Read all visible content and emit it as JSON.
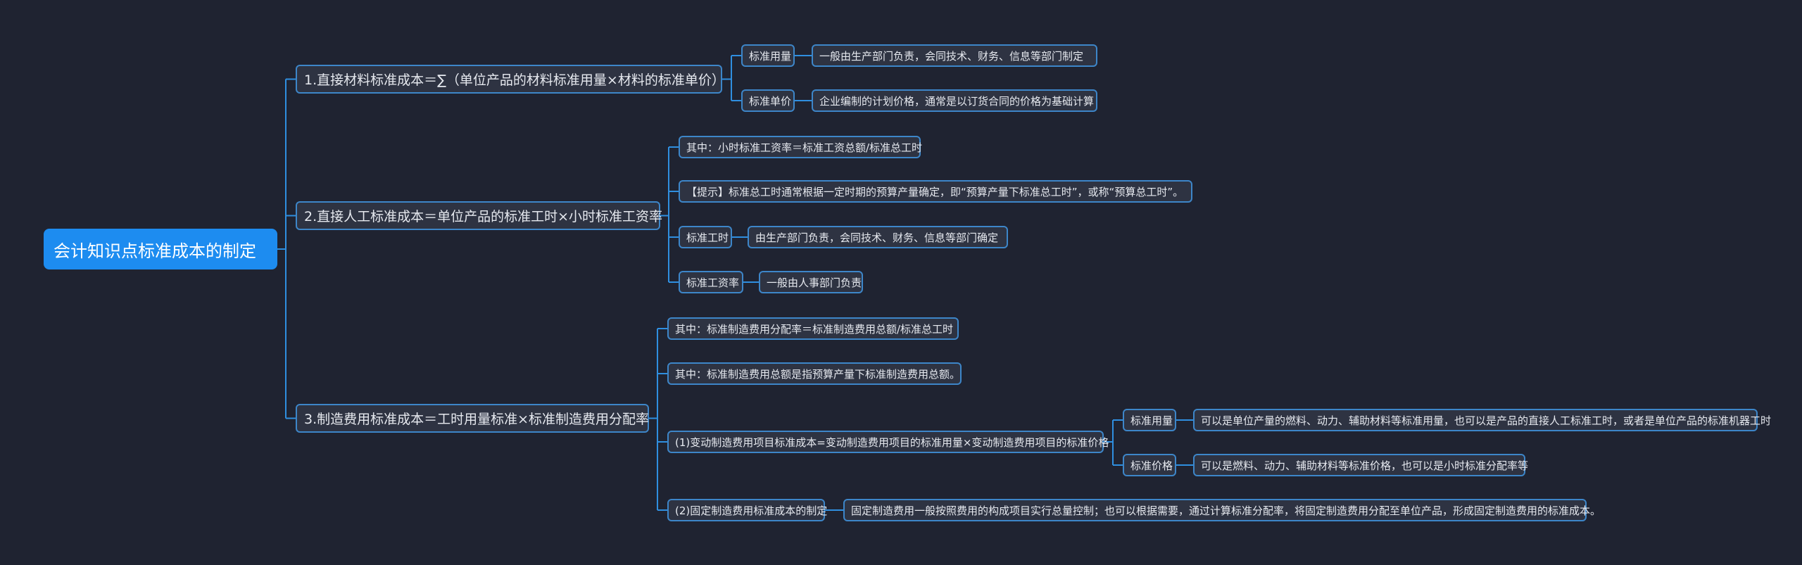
{
  "root": "会计知识点标准成本的制定",
  "branches": [
    {
      "label": "1.直接材料标准成本＝∑（单位产品的材料标准用量×材料的标准单价）",
      "children": [
        {
          "label": "标准用量",
          "detail": "一般由生产部门负责，会同技术、财务、信息等部门制定"
        },
        {
          "label": "标准单价",
          "detail": "企业编制的计划价格，通常是以订货合同的价格为基础计算"
        }
      ]
    },
    {
      "label": "2.直接人工标准成本＝单位产品的标准工时×小时标准工资率",
      "children": [
        {
          "label": "其中：小时标准工资率＝标准工资总额/标准总工时"
        },
        {
          "label": "【提示】标准总工时通常根据一定时期的预算产量确定，即“预算产量下标准总工时”，或称“预算总工时”。"
        },
        {
          "label": "标准工时",
          "detail": "由生产部门负责，会同技术、财务、信息等部门确定"
        },
        {
          "label": "标准工资率",
          "detail": "一般由人事部门负责"
        }
      ]
    },
    {
      "label": "3.制造费用标准成本＝工时用量标准×标准制造费用分配率",
      "children": [
        {
          "label": "其中：标准制造费用分配率＝标准制造费用总额/标准总工时"
        },
        {
          "label": "其中：标准制造费用总额是指预算产量下标准制造费用总额。"
        },
        {
          "label": "(1)变动制造费用项目标准成本=变动制造费用项目的标准用量×变动制造费用项目的标准价格",
          "sub": [
            {
              "label": "标准用量",
              "detail": "可以是单位产量的燃料、动力、辅助材料等标准用量，也可以是产品的直接人工标准工时，或者是单位产品的标准机器工时"
            },
            {
              "label": "标准价格",
              "detail": "可以是燃料、动力、辅助材料等标准价格，也可以是小时标准分配率等"
            }
          ]
        },
        {
          "label": "(2)固定制造费用标准成本的制定",
          "detail": "固定制造费用一般按照费用的构成项目实行总量控制；也可以根据需要，通过计算标准分配率，将固定制造费用分配至单位产品，形成固定制造费用的标准成本。"
        }
      ]
    }
  ],
  "colors": {
    "background": "#1f2331",
    "root": "#1d8cf0",
    "node_fill": "#2e3342",
    "border": "#3d86c9",
    "edge": "#2f8fe0"
  }
}
